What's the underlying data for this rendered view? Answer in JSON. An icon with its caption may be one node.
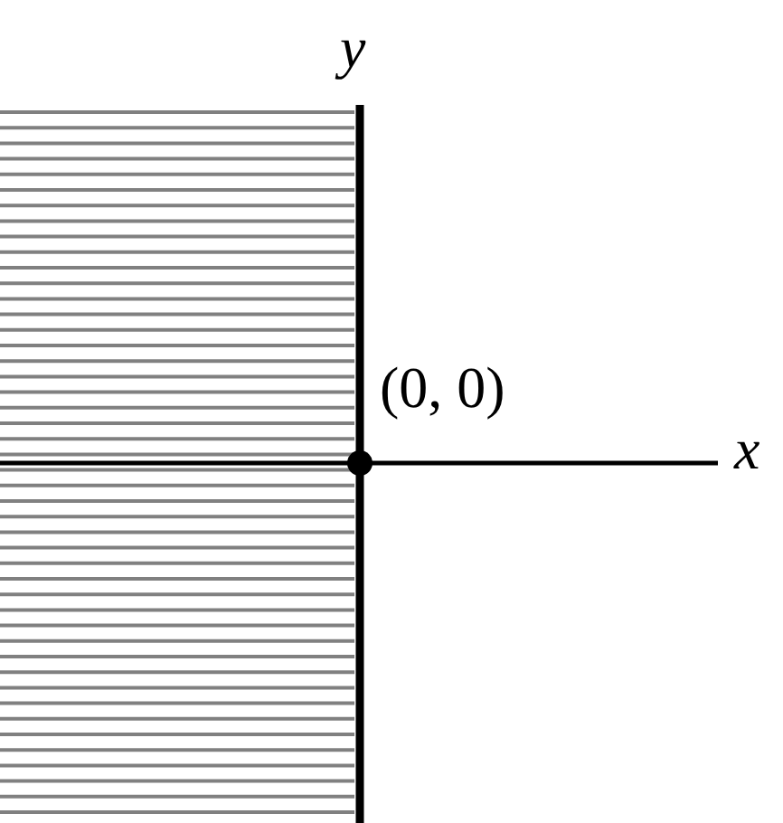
{
  "diagram": {
    "labels": [
      "y",
      "(0, 0)",
      "x"
    ]
  }
}
